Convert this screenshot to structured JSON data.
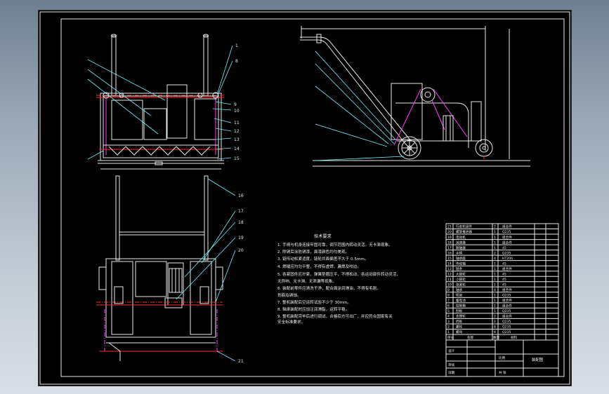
{
  "front_view": {
    "callouts": [
      "1",
      "8",
      "9",
      "10",
      "11",
      "12",
      "13",
      "14",
      "15"
    ]
  },
  "top_view": {
    "callouts": [
      "16",
      "17",
      "18",
      "19",
      "20",
      "21"
    ]
  },
  "colors": {
    "background": "#000000",
    "line": "#e9e9e9",
    "red_line": "#ff2a2a",
    "magenta_line": "#ff3cff",
    "cyan_line": "#6ff3ff",
    "app_surround": "#9aa7b6"
  },
  "tech_notes": {
    "title": "技术要求",
    "lines": [
      "1. 手柄与机身连接牢固可靠，调节范围内转动灵活，无卡滞现象。",
      "2. 除锈后涂防锈漆，面漆颜色均匀美观。",
      "3. 链传动松紧适度，链轮共面偏差不大于 0.5mm。",
      "4. 焊缝应均匀平整，不得有虚焊、漏焊及咬边。",
      "5. 各紧固件应拧紧，弹簧垫圈压平，不得松动，各运动部件转动灵活，",
      "   无异响、无卡滞、无泄漏等现象。",
      "6. 装配前零件应清洗干净，配合面涂润滑油，不得有毛刺、",
      "   划痕及锈蚀。",
      "7. 整机装配后空运转试验不少于 30min。",
      "8. 轴承装配时应加注润滑脂，运转平稳。",
      "9. 整机装配完毕后进行调试，合格后方可出厂，并应符合国家有关",
      "   安全标准要求。"
    ]
  },
  "bom": {
    "rows": [
      {
        "no": "21",
        "name": "行走轮组件",
        "qty": "2",
        "material": "组合件"
      },
      {
        "no": "20",
        "name": "螺旋推进器",
        "qty": "1",
        "material": "Q235"
      },
      {
        "no": "19",
        "name": "电动机",
        "qty": "1",
        "material": "组合件"
      },
      {
        "no": "18",
        "name": "减速器",
        "qty": "1",
        "material": "组合件"
      },
      {
        "no": "17",
        "name": "联轴器",
        "qty": "1",
        "material": "45"
      },
      {
        "no": "16",
        "name": "手柄",
        "qty": "2",
        "material": "Q235"
      },
      {
        "no": "15",
        "name": "轴承座",
        "qty": "4",
        "material": "HT200"
      },
      {
        "no": "14",
        "name": "传动轴",
        "qty": "1",
        "material": "45"
      },
      {
        "no": "13",
        "name": "链条",
        "qty": "1",
        "material": "组合件"
      },
      {
        "no": "12",
        "name": "大链轮",
        "qty": "1",
        "material": "45"
      },
      {
        "no": "11",
        "name": "小链轮",
        "qty": "1",
        "material": "45"
      },
      {
        "no": "10",
        "name": "张紧轮",
        "qty": "1",
        "material": "45"
      },
      {
        "no": "9",
        "name": "轴承",
        "qty": "4",
        "material": "组合件"
      },
      {
        "no": "8",
        "name": "机架",
        "qty": "1",
        "material": "Q235"
      },
      {
        "no": "7",
        "name": "蓄电池",
        "qty": "1",
        "material": "组合件"
      },
      {
        "no": "6",
        "name": "控制箱",
        "qty": "1",
        "material": "组合件"
      },
      {
        "no": "5",
        "name": "刮板",
        "qty": "1",
        "material": "Q235"
      },
      {
        "no": "4",
        "name": "支撑轮",
        "qty": "2",
        "material": "组合件"
      },
      {
        "no": "3",
        "name": "挡板",
        "qty": "2",
        "material": "Q235"
      },
      {
        "no": "2",
        "name": "螺栓",
        "qty": "8",
        "material": "Q235"
      },
      {
        "no": "1",
        "name": "螺母",
        "qty": "8",
        "material": "Q235"
      }
    ],
    "header": {
      "no": "序号",
      "name": "名称",
      "qty": "数量",
      "material": "材料"
    },
    "title_block": {
      "drawing_name": "装配图",
      "scale": "比例",
      "sheet": "共 张",
      "designer": "设计",
      "checker": "审核",
      "date": "日期"
    }
  }
}
